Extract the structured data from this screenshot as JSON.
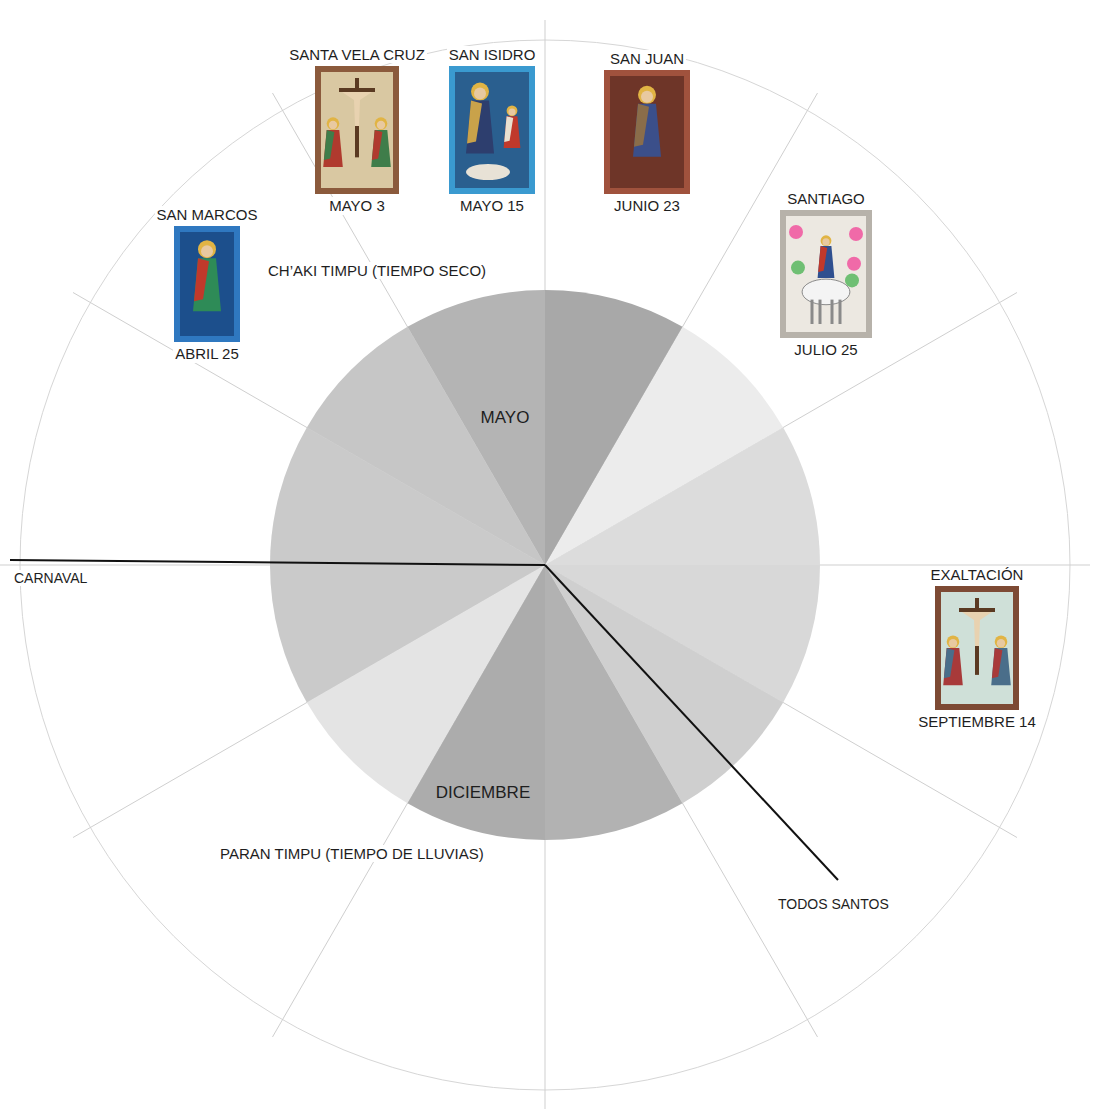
{
  "diagram": {
    "nodes": [
      {
        "text": [
          "SAN MARCOS",
          "ABRIL 25"
        ]
      },
      {
        "text": [
          "SANTA VELA CRUZ",
          "MAYO 3"
        ]
      },
      {
        "text": [
          "SAN ISIDRO",
          "MAYO 15"
        ]
      },
      {
        "text": [
          "SAN JUAN",
          "JUNIO 23"
        ]
      },
      {
        "text": [
          "SANTIAGO",
          "JULIO 25"
        ]
      },
      {
        "text": [
          "EXALTACIÓN",
          "SEPTIEMBRE 14"
        ]
      }
    ],
    "labels": [
      "MAYO",
      "DICIEMBRE",
      "CH’AKI TIMPU (TIEMPO SECO)",
      "PARAN TIMPU (TIEMPO DE LLUVIAS)",
      "CARNAVAL",
      "TODOS SANTOS"
    ]
  }
}
